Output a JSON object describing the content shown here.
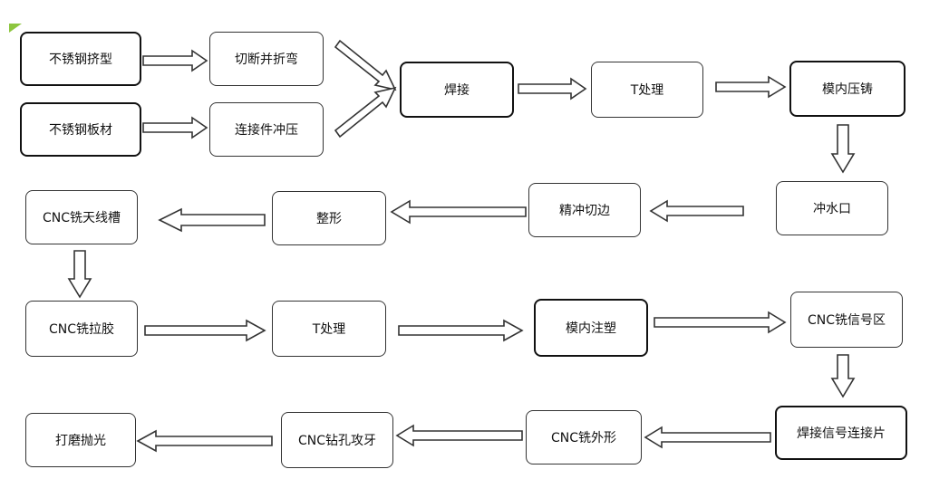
{
  "nodes": {
    "extrusion": "不锈钢挤型",
    "sheet": "不锈钢板材",
    "cut_bend": "切断并折弯",
    "connector_stamp": "连接件冲压",
    "weld": "焊接",
    "t_treat_1": "T处理",
    "in_mold_die_cast": "模内压铸",
    "punch_gate": "冲水口",
    "fine_trim": "精冲切边",
    "shaping": "整形",
    "cnc_antenna_slot": "CNC铣天线槽",
    "cnc_glue": "CNC铣拉胶",
    "t_treat_2": "T处理",
    "in_mold_injection": "模内注塑",
    "cnc_signal_area": "CNC铣信号区",
    "weld_signal_tab": "焊接信号连接片",
    "cnc_outline": "CNC铣外形",
    "cnc_drill_tap": "CNC钻孔攻牙",
    "grind_polish": "打磨抛光"
  },
  "colors": {
    "border": "#333333",
    "corner_mark": "#8dc63f"
  }
}
